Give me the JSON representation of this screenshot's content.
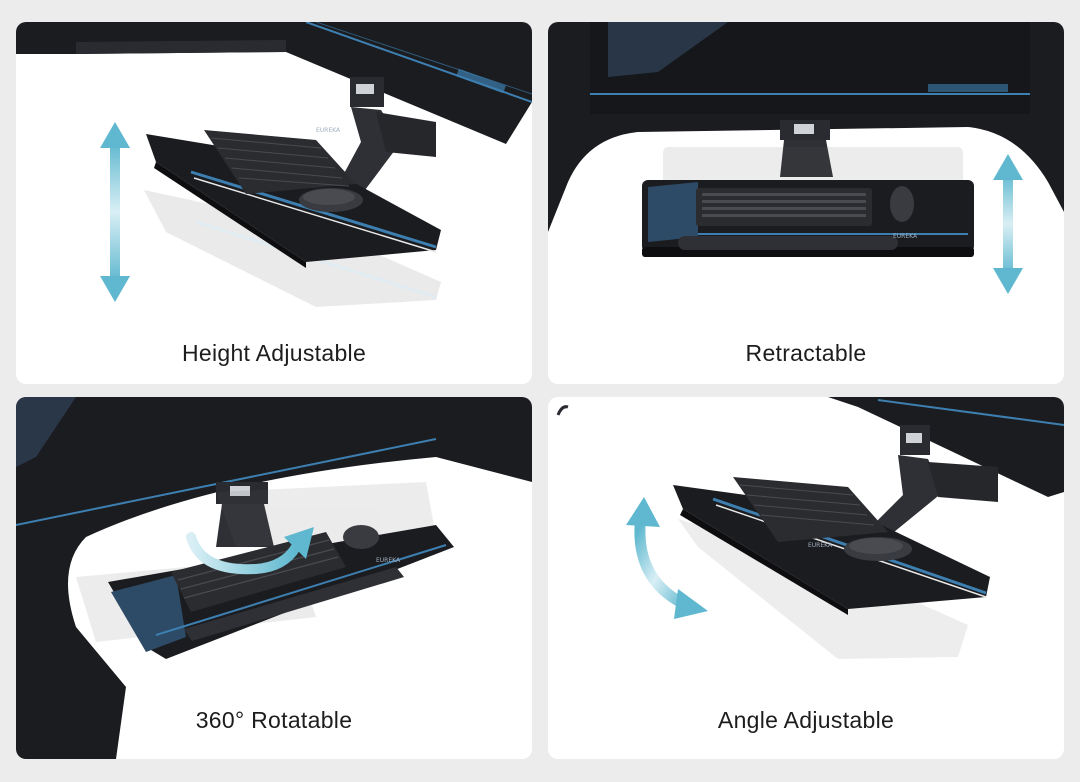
{
  "panels": [
    {
      "caption": "Height Adjustable",
      "arrow": "up-down-arrow-icon",
      "brand": "EUREKA"
    },
    {
      "caption": "Retractable",
      "arrow": "up-down-arrow-icon",
      "brand": "EUREKA"
    },
    {
      "caption": "360° Rotatable",
      "arrow": "rotate-arrow-icon",
      "brand": "EUREKA"
    },
    {
      "caption": "Angle Adjustable",
      "arrow": "curved-arrow-icon",
      "brand": "EUREKA"
    }
  ],
  "colors": {
    "accent": "#5fb8cf",
    "desk": "#1b1c1f",
    "stripe": "#3d7fb0",
    "card": "#ffffff",
    "background": "#ececec"
  }
}
